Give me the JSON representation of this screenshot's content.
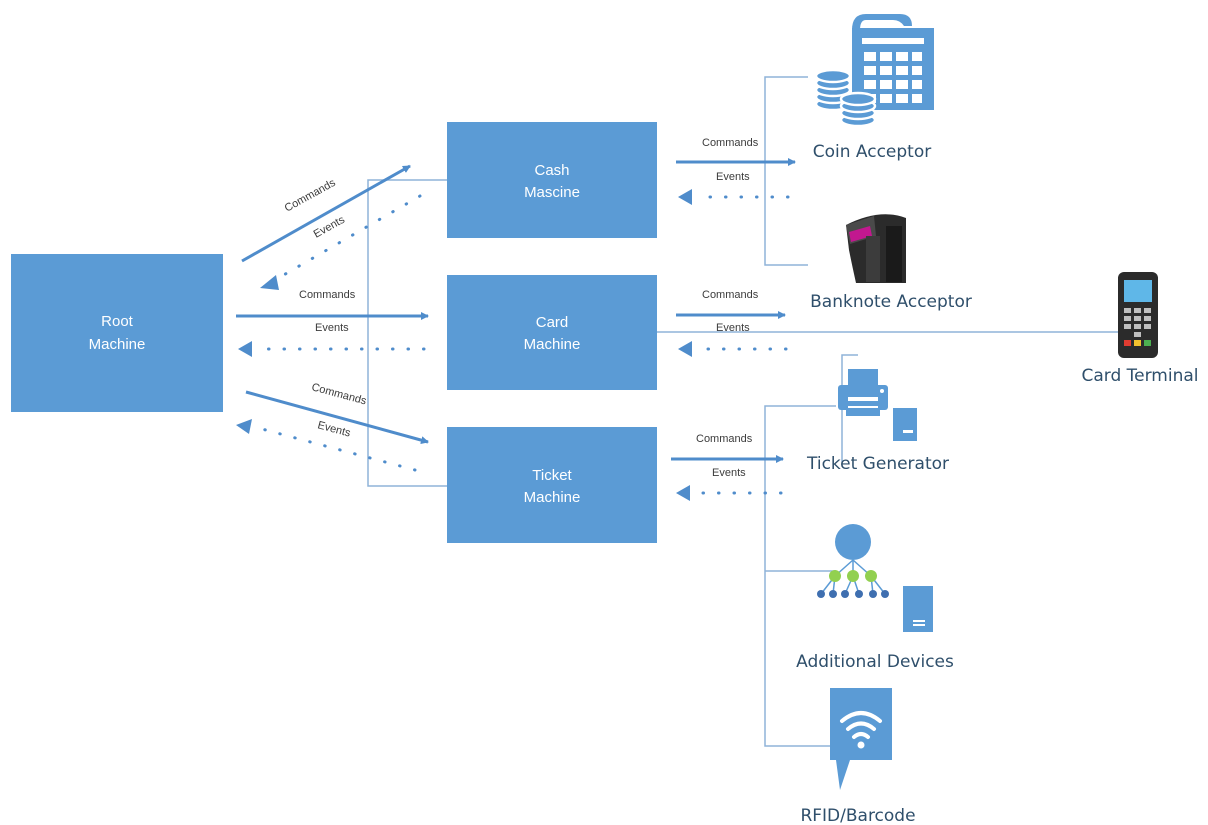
{
  "colors": {
    "box": "#5b9bd5",
    "arrow": "#4f8ccb",
    "line": "#8fb3d9",
    "icon": "#5b9bd5",
    "icon_dark": "#3f6fb0",
    "dot_green": "#92d050"
  },
  "boxes": {
    "root": [
      "Root",
      "Machine"
    ],
    "cash": [
      "Cash",
      "Mascine"
    ],
    "card": [
      "Card",
      "Machine"
    ],
    "ticket": [
      "Ticket",
      "Machine"
    ]
  },
  "flows": {
    "commands": "Commands",
    "events": "Events"
  },
  "devices": {
    "coin_acceptor": "Coin Acceptor",
    "banknote_acceptor": "Banknote Acceptor",
    "card_terminal": "Card Terminal",
    "ticket_generator": "Ticket Generator",
    "additional_devices": "Additional Devices",
    "rfid_barcode": "RFID/Barcode"
  },
  "icons": {
    "coin_acceptor": "calculator-coins-icon",
    "banknote_acceptor": "bill-validator-icon",
    "card_terminal": "pos-terminal-icon",
    "ticket_generator": "printer-icon",
    "additional_devices": "network-tree-icon",
    "rfid_barcode": "wireless-tag-icon"
  }
}
